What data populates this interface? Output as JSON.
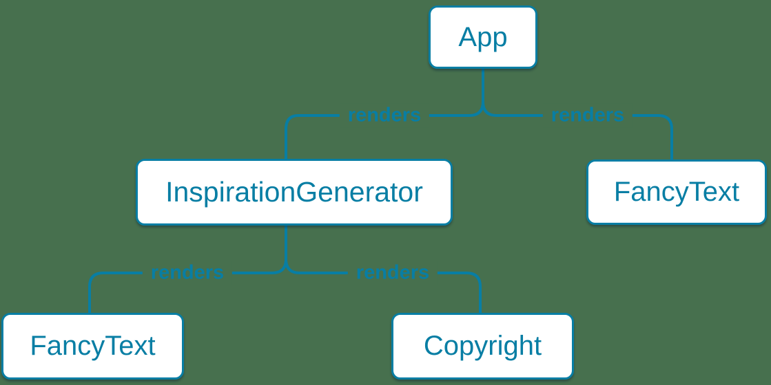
{
  "diagram": {
    "kind": "react-render-tree",
    "nodes": [
      {
        "id": "app",
        "label": "App"
      },
      {
        "id": "inspiration-generator",
        "label": "InspirationGenerator"
      },
      {
        "id": "fancy-text-top",
        "label": "FancyText"
      },
      {
        "id": "fancy-text-bottom",
        "label": "FancyText"
      },
      {
        "id": "copyright",
        "label": "Copyright"
      }
    ],
    "edges": [
      {
        "from": "App",
        "to": "InspirationGenerator",
        "label": "renders"
      },
      {
        "from": "App",
        "to": "FancyText",
        "label": "renders"
      },
      {
        "from": "InspirationGenerator",
        "to": "FancyText",
        "label": "renders"
      },
      {
        "from": "InspirationGenerator",
        "to": "Copyright",
        "label": "renders"
      }
    ]
  },
  "colors": {
    "background": "#47704E",
    "accent": "#087EA4",
    "node_fill": "#FFFFFF"
  }
}
